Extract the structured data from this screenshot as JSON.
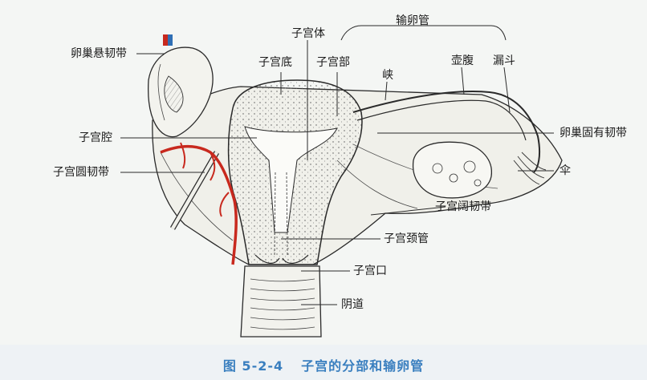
{
  "labels": {
    "ovarian_suspensory_ligament": "卵巢悬韧带",
    "uterine_body": "子宫体",
    "fallopian_tube": "输卵管",
    "uterine_fundus": "子宫底",
    "uterine_part": "子宫部",
    "isthmus": "峡",
    "ampulla": "壶腹",
    "infundibulum": "漏斗",
    "uterine_cavity": "子宫腔",
    "ovarian_ligament": "卵巢固有韧带",
    "round_ligament": "子宫圆韧带",
    "fimbriae": "伞",
    "broad_ligament": "子宫阔韧带",
    "cervical_canal": "子宫颈管",
    "external_os": "子宫口",
    "vagina": "阴道"
  },
  "caption": {
    "number": "图 5-2-4",
    "title": "子宫的分部和输卵管"
  },
  "colors": {
    "line": "#2a2a2a",
    "artery": "#c8291e",
    "vein": "#2f6fb5",
    "caption": "#3a7fbf",
    "tissue": "#efefea"
  }
}
